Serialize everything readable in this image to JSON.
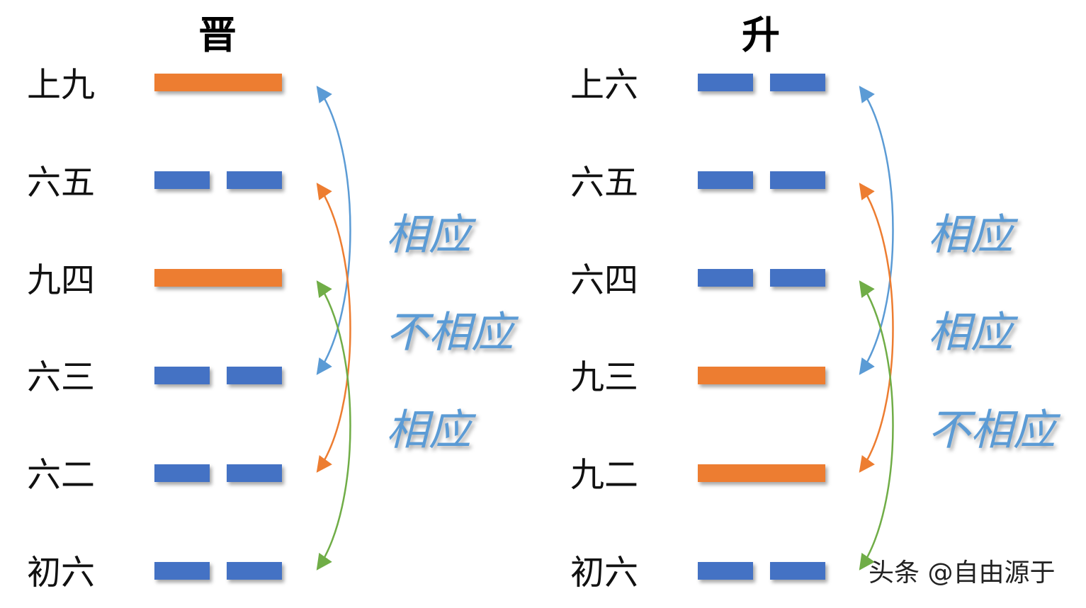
{
  "colors": {
    "yang": "#ed7d31",
    "yin": "#4472c4",
    "arc_top_third": "#5b9bd5",
    "arc_fifth_second": "#ed7d31",
    "arc_fourth_first": "#70ad47",
    "relation_text": "#5b9bd5"
  },
  "hexagrams": [
    {
      "title": "晋",
      "lines": [
        {
          "label": "上九",
          "type": "yang"
        },
        {
          "label": "六五",
          "type": "yin"
        },
        {
          "label": "九四",
          "type": "yang"
        },
        {
          "label": "六三",
          "type": "yin"
        },
        {
          "label": "六二",
          "type": "yin"
        },
        {
          "label": "初六",
          "type": "yin"
        }
      ],
      "relations": [
        "相应",
        "不相应",
        "相应"
      ]
    },
    {
      "title": "升",
      "lines": [
        {
          "label": "上六",
          "type": "yin"
        },
        {
          "label": "六五",
          "type": "yin"
        },
        {
          "label": "六四",
          "type": "yin"
        },
        {
          "label": "九三",
          "type": "yang"
        },
        {
          "label": "九二",
          "type": "yang"
        },
        {
          "label": "初六",
          "type": "yin"
        }
      ],
      "relations": [
        "相应",
        "相应",
        "不相应"
      ]
    }
  ],
  "watermark": "头条 @自由源于"
}
